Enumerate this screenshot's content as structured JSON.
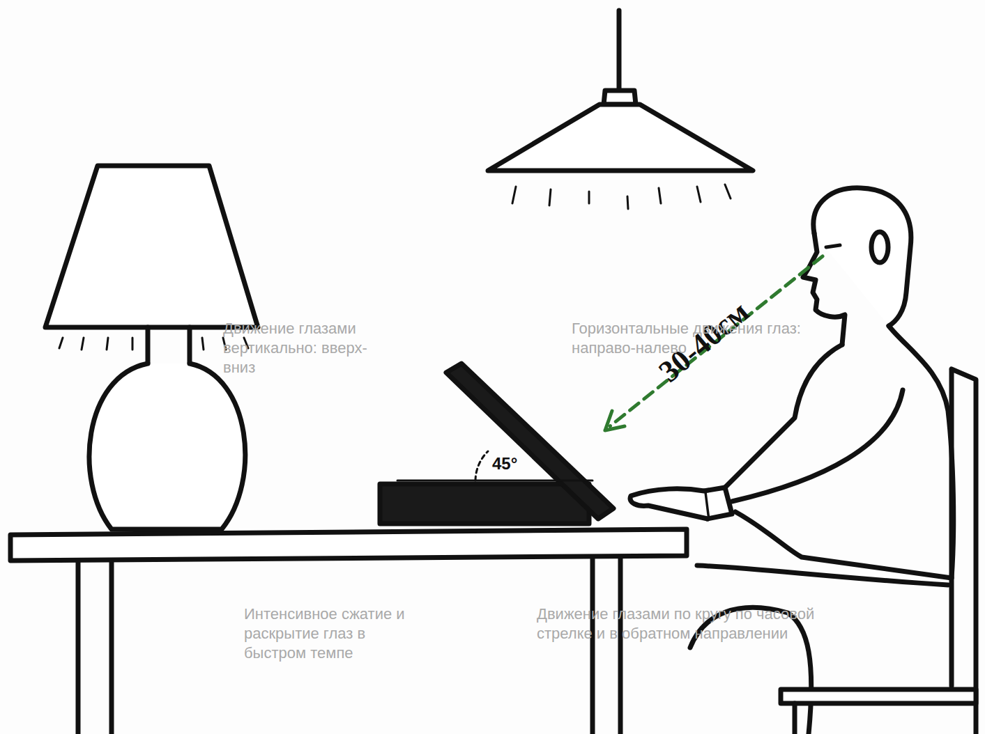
{
  "diagram": {
    "labels": [
      "30-40см",
      "45°",
      "Горизонтальные движения глаз: направо-налево",
      "Движение глазами вертикально: вверх-вниз",
      "Интенсивное сжатие и раскрытие глаз в быстром темпе",
      "Движение глазами по кругу по часовой стрелке и в обратном направлении"
    ]
  }
}
